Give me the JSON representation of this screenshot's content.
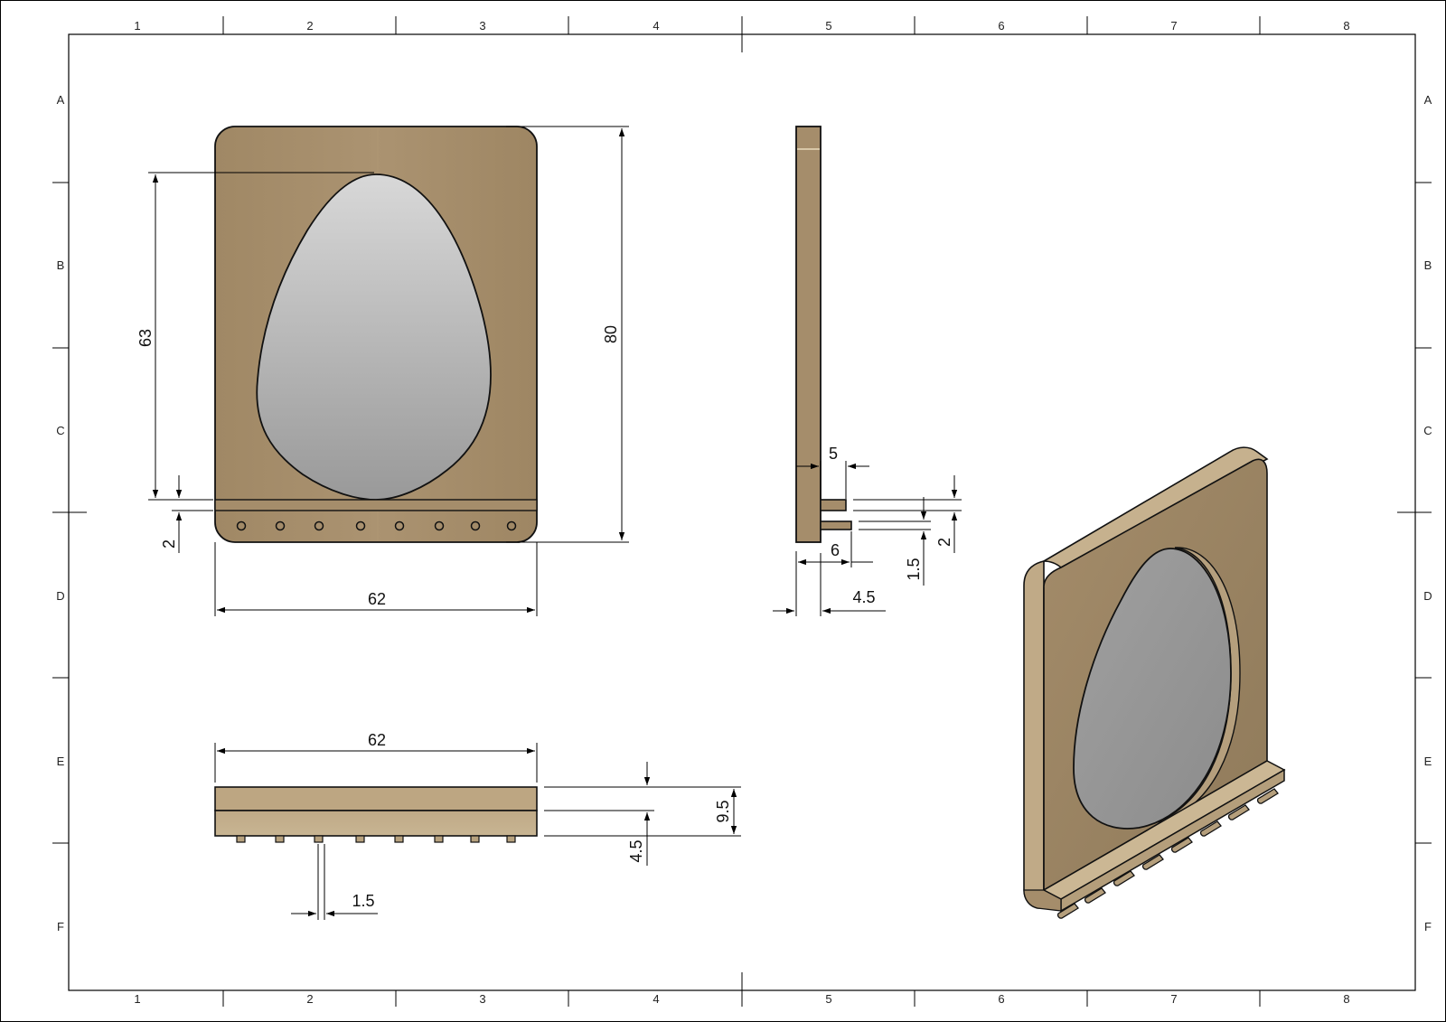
{
  "sheet": {
    "columns": [
      "1",
      "2",
      "3",
      "4",
      "5",
      "6",
      "7",
      "8"
    ],
    "rows": [
      "A",
      "B",
      "C",
      "D",
      "E",
      "F"
    ]
  },
  "front_view": {
    "mirror_height": "63",
    "overall_height": "80",
    "shelf_thickness": "2",
    "overall_width": "62"
  },
  "side_view": {
    "shelf_gap": "5",
    "shelf_depth": "6",
    "lip_thickness": "1.5",
    "shelf_thickness": "2",
    "panel_depth": "4.5"
  },
  "top_view": {
    "overall_width": "62",
    "overall_depth": "9.5",
    "panel_depth": "4.5",
    "peg_diameter": "1.5"
  },
  "colors": {
    "wood_dark": "#9c8563",
    "wood_mid": "#a58d6b",
    "wood_light": "#c4b08c",
    "mirror_top": "#d6d6d6",
    "mirror_bottom": "#9a9a9a",
    "line": "#000000"
  }
}
